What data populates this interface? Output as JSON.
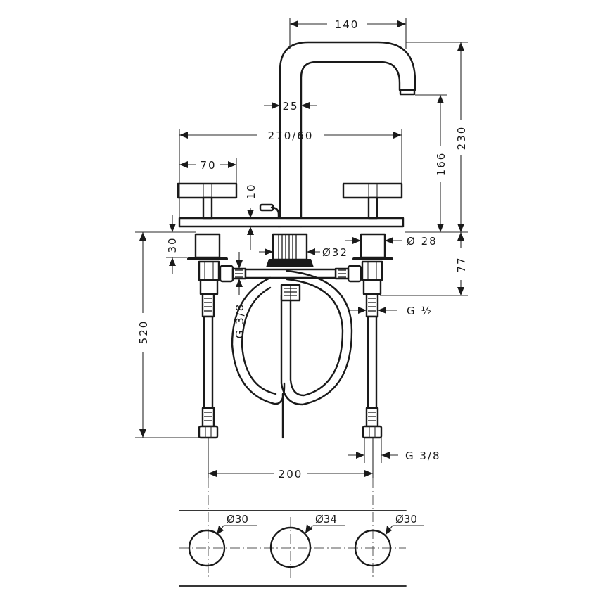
{
  "drawing": {
    "type": "technical dimension drawing",
    "subject": "3-hole basin mixer faucet with cross handles",
    "line_color": "#1a1a1a",
    "background": "#ffffff"
  },
  "dimensions": {
    "spout_reach": "140",
    "spout_pipe_diameter": "25",
    "overall_width": "270/60",
    "handle_width": "70",
    "deck_thickness": "10",
    "total_height": "230",
    "spout_outlet_height": "166",
    "handle_body_height": "30",
    "body_diameter": "Ø 28",
    "spout_body_diameter": "Ø32",
    "below_deck_depth": "77",
    "hose_length": "520",
    "thread_g12": "G ½",
    "thread_g38_left": "G 3/8",
    "thread_g38_right": "G 3/8",
    "hole_spacing": "200",
    "hole_left_diameter": "Ø30",
    "hole_center_diameter": "Ø34",
    "hole_right_diameter": "Ø30"
  }
}
